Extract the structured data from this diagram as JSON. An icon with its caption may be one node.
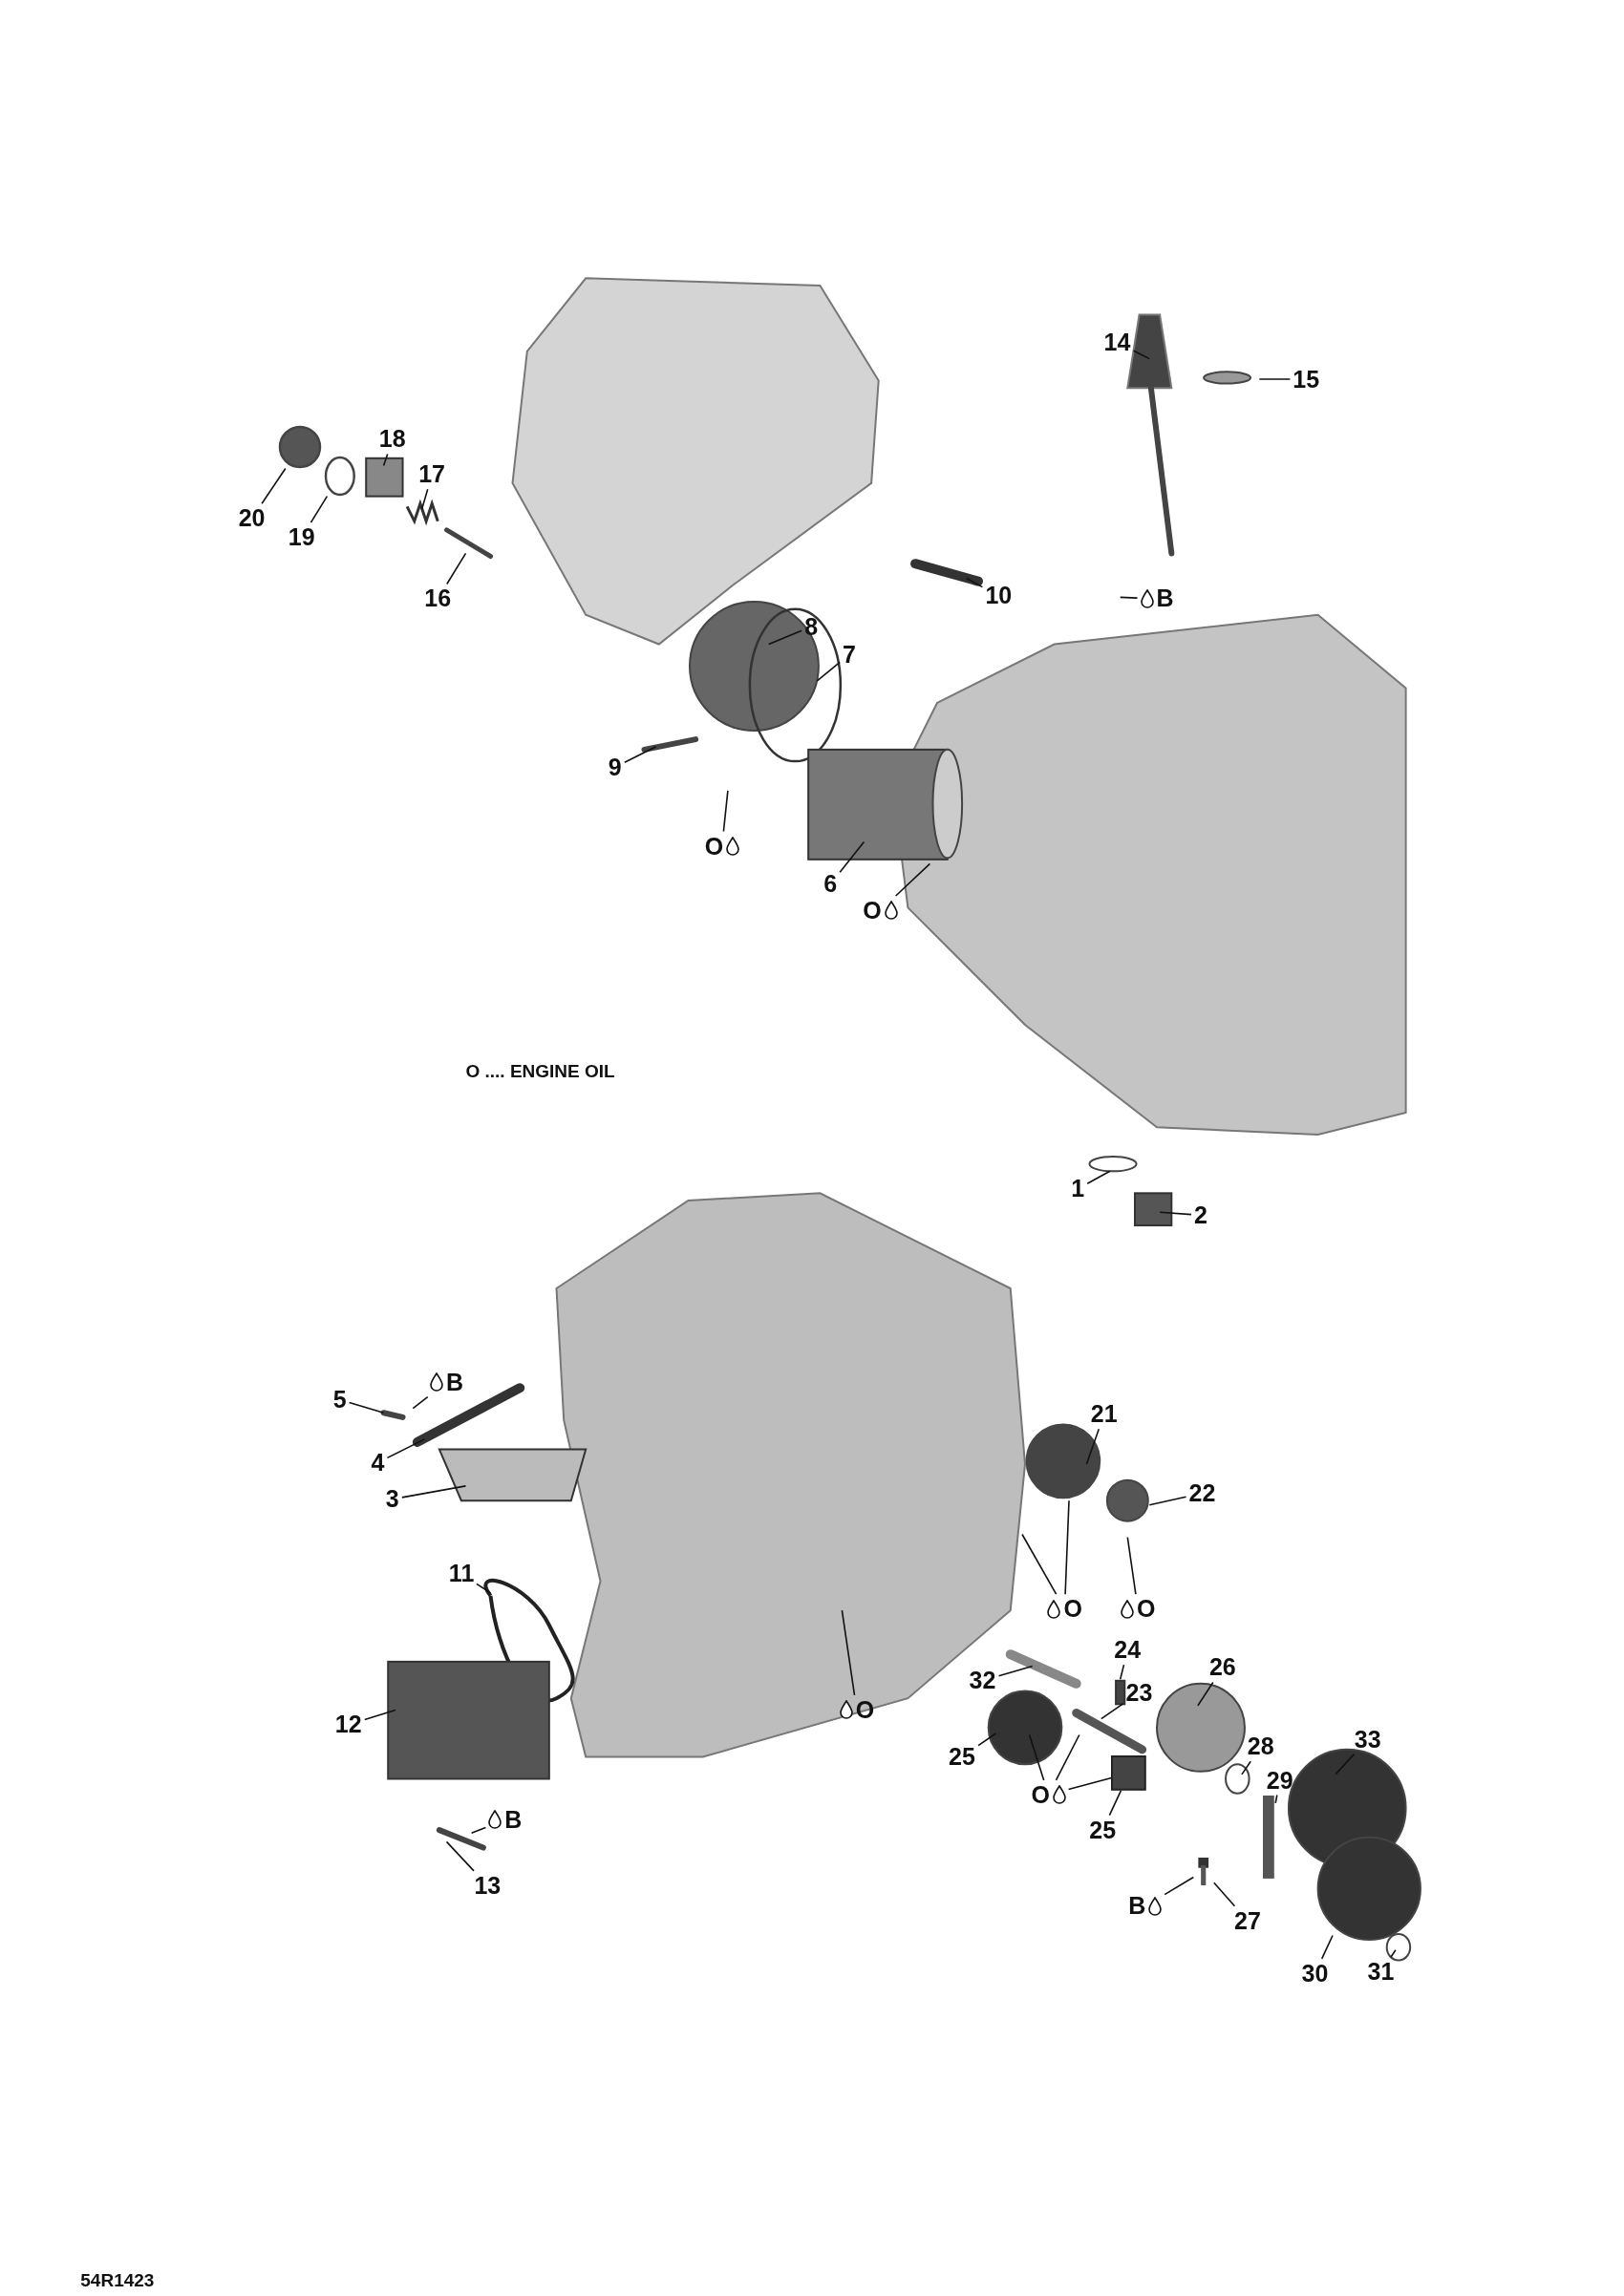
{
  "diagram": {
    "nodes": [
      {
        "text": [
          "14"
        ]
      },
      {
        "text": [
          "15"
        ]
      },
      {
        "text": [
          "18"
        ]
      },
      {
        "text": [
          "17"
        ]
      },
      {
        "text": [
          "20"
        ]
      },
      {
        "text": [
          "19"
        ]
      },
      {
        "text": [
          "16"
        ]
      },
      {
        "text": [
          "10"
        ]
      },
      {
        "text": [
          "B"
        ]
      },
      {
        "text": [
          "8"
        ]
      },
      {
        "text": [
          "7"
        ]
      },
      {
        "text": [
          "9"
        ]
      },
      {
        "text": [
          "O"
        ]
      },
      {
        "text": [
          "6"
        ]
      },
      {
        "text": [
          "O"
        ]
      },
      {
        "text": [
          "1"
        ]
      },
      {
        "text": [
          "2"
        ]
      },
      {
        "text": [
          "B"
        ]
      },
      {
        "text": [
          "21"
        ]
      },
      {
        "text": [
          "5"
        ]
      },
      {
        "text": [
          "22"
        ]
      },
      {
        "text": [
          "4"
        ]
      },
      {
        "text": [
          "3"
        ]
      },
      {
        "text": [
          "11"
        ]
      },
      {
        "text": [
          "O"
        ]
      },
      {
        "text": [
          "O"
        ]
      },
      {
        "text": [
          "24"
        ]
      },
      {
        "text": [
          "32"
        ]
      },
      {
        "text": [
          "23"
        ]
      },
      {
        "text": [
          "26"
        ]
      },
      {
        "text": [
          "O"
        ]
      },
      {
        "text": [
          "33"
        ]
      },
      {
        "text": [
          "12"
        ]
      },
      {
        "text": [
          "28"
        ]
      },
      {
        "text": [
          "25"
        ]
      },
      {
        "text": [
          "29"
        ]
      },
      {
        "text": [
          "O"
        ]
      },
      {
        "text": [
          "B"
        ]
      },
      {
        "text": [
          "25"
        ]
      },
      {
        "text": [
          "B"
        ]
      },
      {
        "text": [
          "27"
        ]
      },
      {
        "text": [
          "13"
        ]
      },
      {
        "text": [
          "30"
        ]
      },
      {
        "text": [
          "31"
        ]
      },
      {
        "text": [],
        "shape": "circle"
      },
      {
        "text": [],
        "shape": "box"
      },
      {
        "text": [],
        "shape": "bar"
      },
      {
        "text": [],
        "shape": "circle"
      },
      {
        "text": [],
        "shape": "bar"
      }
    ],
    "edges": [
      {
        "from": 0,
        "to": null,
        "arrow": "none"
      },
      {
        "from": 1,
        "to": null,
        "arrow": "none"
      },
      {
        "from": 2,
        "to": null,
        "arrow": "none"
      },
      {
        "from": 3,
        "to": null,
        "arrow": "none"
      },
      {
        "from": 4,
        "to": 47,
        "arrow": "none"
      },
      {
        "from": 5,
        "to": 44,
        "arrow": "none"
      },
      {
        "from": 6,
        "to": null,
        "arrow": "none"
      },
      {
        "from": 7,
        "to": null,
        "arrow": "none"
      },
      {
        "from": 8,
        "to": null,
        "arrow": "none"
      },
      {
        "from": 9,
        "to": null,
        "arrow": "none"
      },
      {
        "from": 10,
        "to": null,
        "arrow": "none"
      },
      {
        "from": 11,
        "to": null,
        "arrow": "none"
      },
      {
        "from": 12,
        "to": null,
        "arrow": "none"
      },
      {
        "from": 13,
        "to": null,
        "arrow": "none"
      },
      {
        "from": 14,
        "to": null,
        "arrow": "none"
      },
      {
        "from": 15,
        "to": null,
        "arrow": "none"
      },
      {
        "from": 16,
        "to": null,
        "arrow": "none"
      },
      {
        "from": 17,
        "to": null,
        "arrow": "none"
      },
      {
        "from": 18,
        "to": null,
        "arrow": "none"
      },
      {
        "from": 19,
        "to": null,
        "arrow": "none"
      },
      {
        "from": 20,
        "to": null,
        "arrow": "none"
      },
      {
        "from": 21,
        "to": null,
        "arrow": "none"
      },
      {
        "from": 22,
        "to": null,
        "arrow": "none"
      },
      {
        "from": 23,
        "to": null,
        "arrow": "none"
      },
      {
        "from": 24,
        "to": null,
        "arrow": "none"
      },
      {
        "from": 25,
        "to": null,
        "arrow": "none"
      },
      {
        "from": 25,
        "to": null,
        "arrow": "none"
      },
      {
        "from": 26,
        "to": null,
        "arrow": "none"
      },
      {
        "from": 27,
        "to": null,
        "arrow": "none"
      },
      {
        "from": 28,
        "to": null,
        "arrow": "none"
      },
      {
        "from": 29,
        "to": null,
        "arrow": "none"
      },
      {
        "from": 30,
        "to": null,
        "arrow": "none"
      },
      {
        "from": 31,
        "to": null,
        "arrow": "none"
      },
      {
        "from": 32,
        "to": null,
        "arrow": "none"
      },
      {
        "from": 33,
        "to": null,
        "arrow": "none"
      },
      {
        "from": 34,
        "to": null,
        "arrow": "none"
      },
      {
        "from": 35,
        "to": 48,
        "arrow": "none"
      },
      {
        "from": 36,
        "to": null,
        "arrow": "none"
      },
      {
        "from": 36,
        "to": null,
        "arrow": "none"
      },
      {
        "from": 36,
        "to": 45,
        "arrow": "none"
      },
      {
        "from": 37,
        "to": null,
        "arrow": "none"
      },
      {
        "from": 38,
        "to": 45,
        "arrow": "none"
      },
      {
        "from": 39,
        "to": 46,
        "arrow": "none"
      },
      {
        "from": 40,
        "to": 46,
        "arrow": "none"
      },
      {
        "from": 41,
        "to": null,
        "arrow": "none"
      },
      {
        "from": 42,
        "to": null,
        "arrow": "none"
      },
      {
        "from": 43,
        "to": null,
        "arrow": "none"
      }
    ],
    "labels": [
      "O .... ENGINE OIL",
      "54R1423"
    ]
  }
}
